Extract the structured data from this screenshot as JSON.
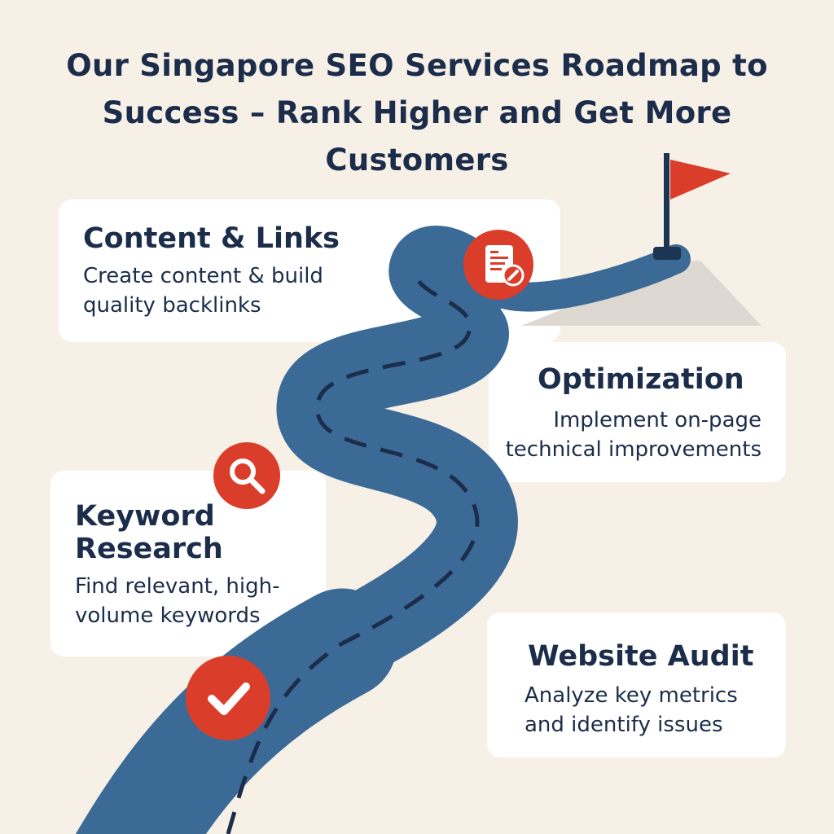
{
  "title": "Our Singapore SEO Services Roadmap to Success – Rank Higher and Get More Customers",
  "steps": [
    {
      "heading": "Content & Links",
      "text": "Create content & build quality backlinks",
      "icon": "document-edit-icon"
    },
    {
      "heading": "Optimization",
      "text": "Implement on-page technical improvements",
      "icon": "none"
    },
    {
      "heading": "Keyword Research",
      "text": "Find relevant, high-volume keywords",
      "icon": "search-icon"
    },
    {
      "heading": "Website Audit",
      "text": "Analyze key metrics and identify issues",
      "icon": "check-icon"
    }
  ],
  "colors": {
    "background": "#f7f0e6",
    "road": "#3b6a96",
    "accent": "#db3d2b",
    "text": "#1b2d4a"
  }
}
